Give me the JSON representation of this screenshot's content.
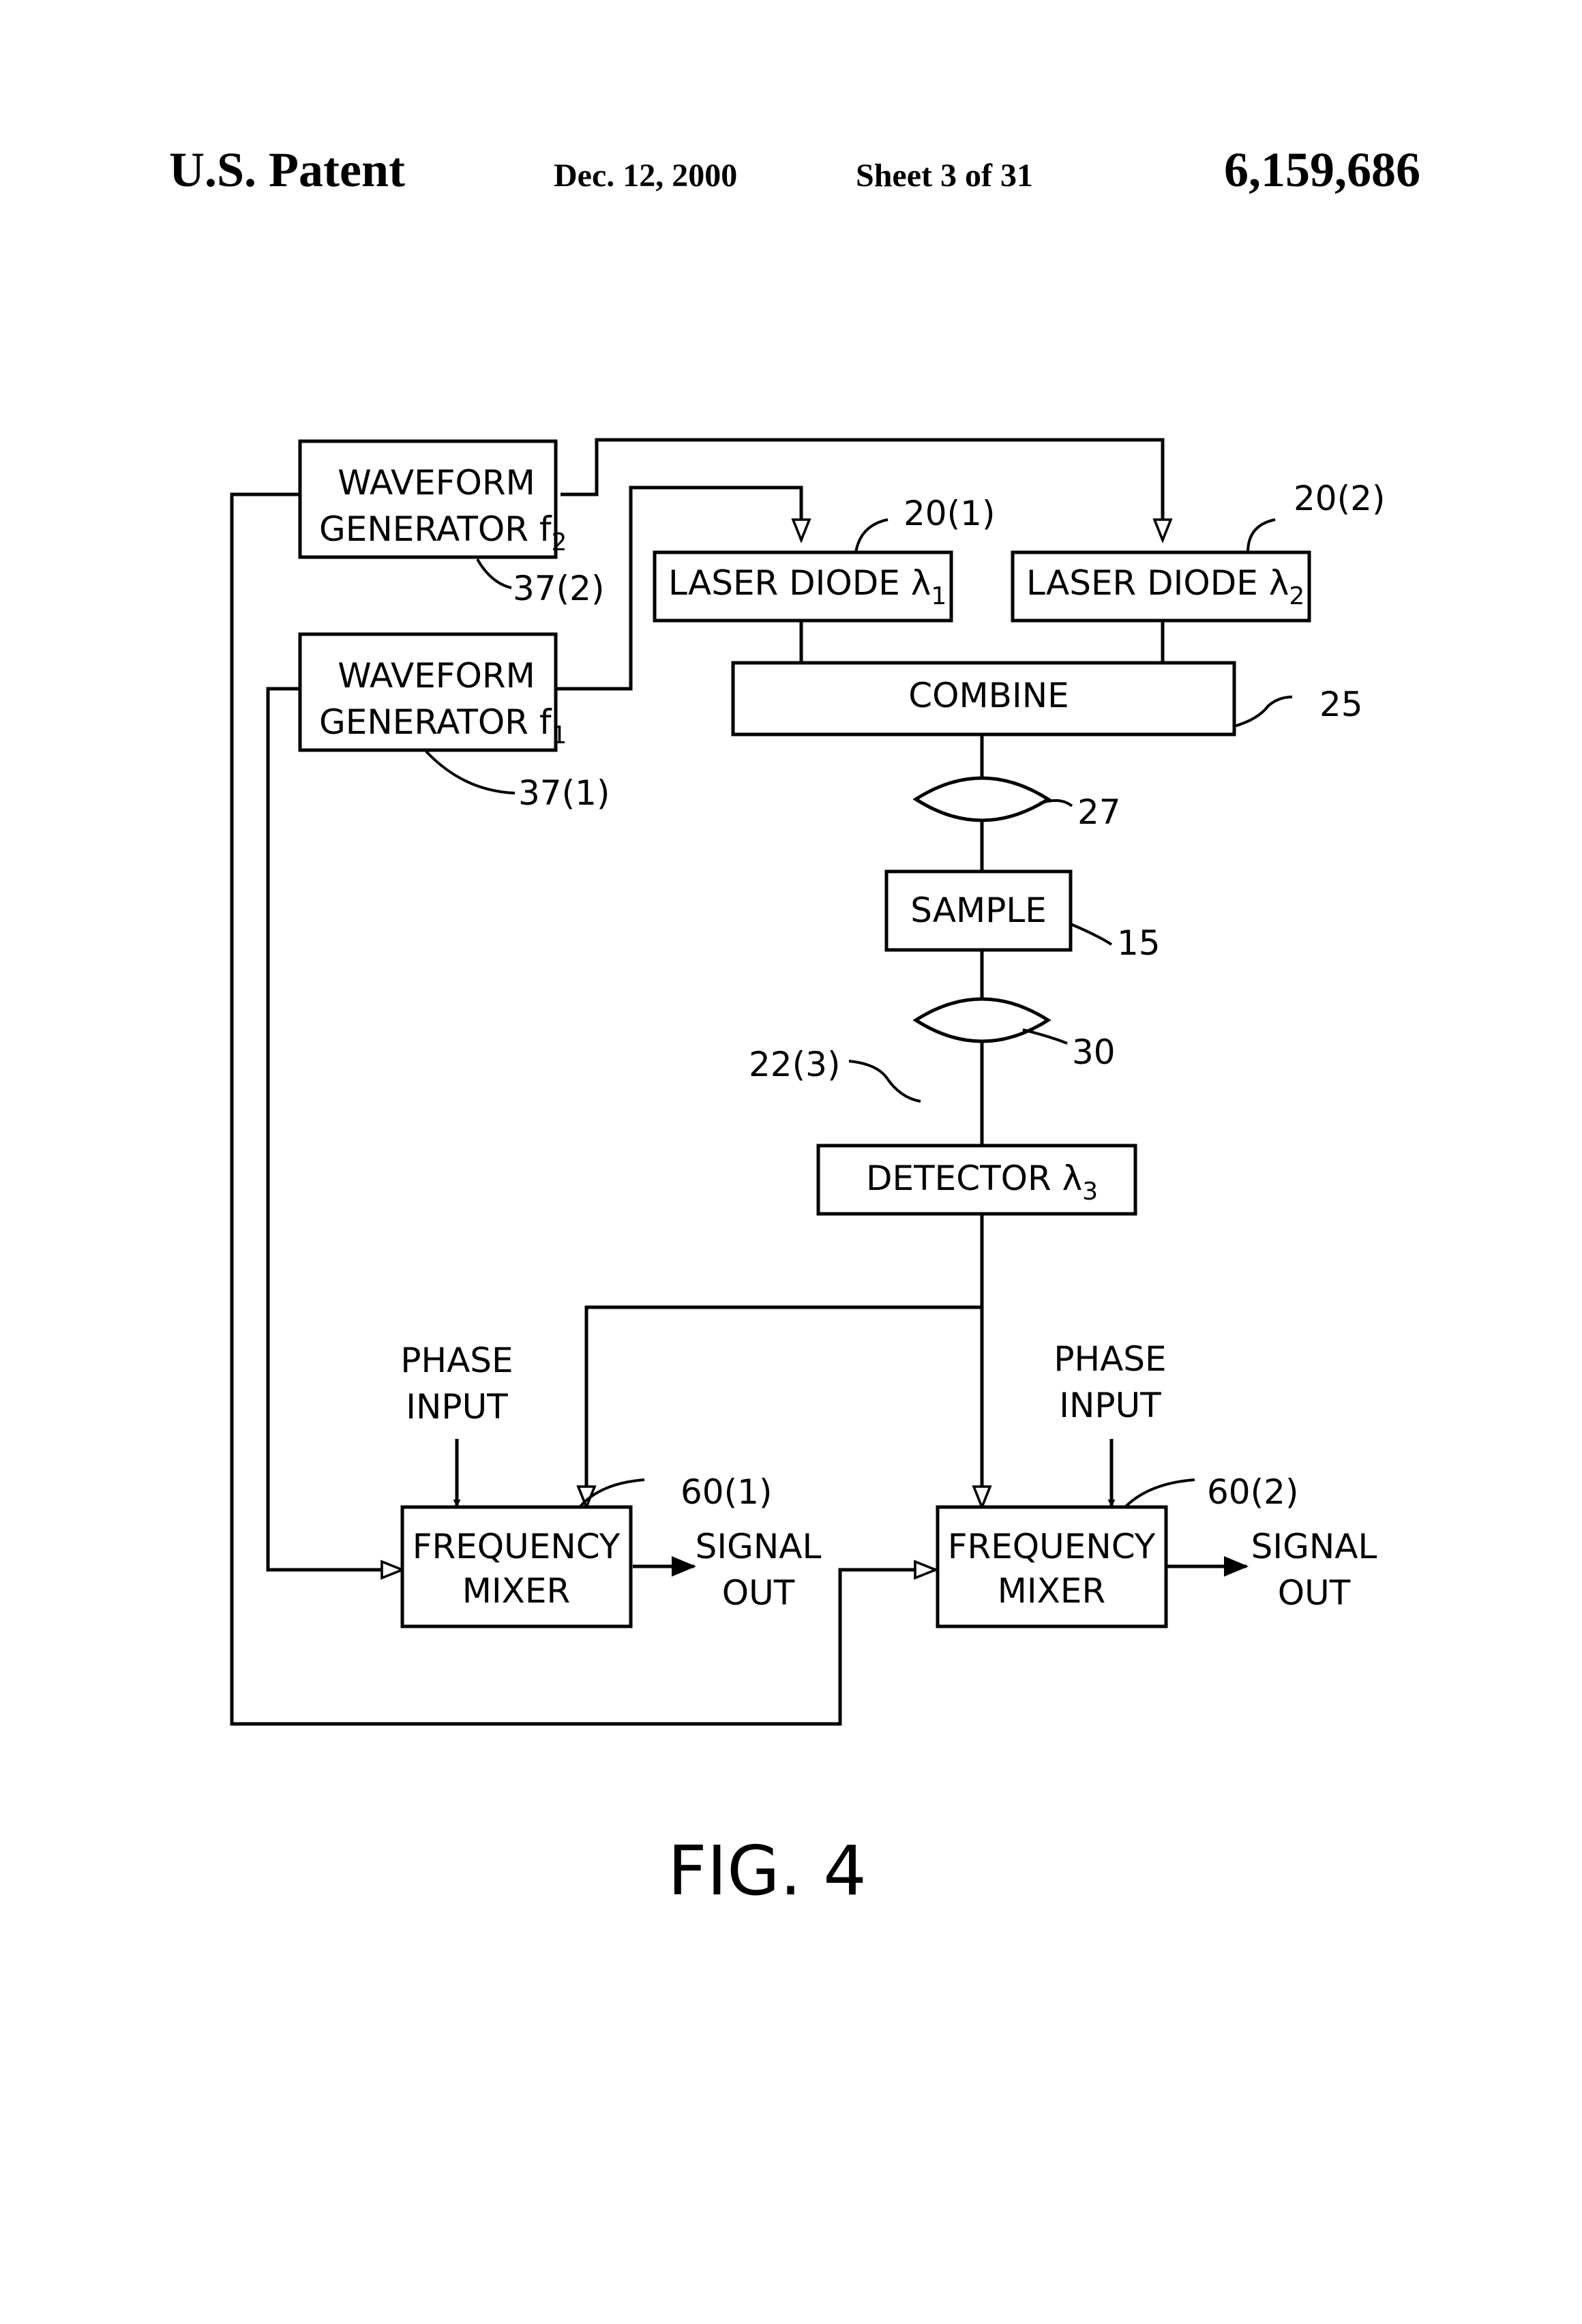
{
  "header": {
    "title": "U.S. Patent",
    "date": "Dec. 12, 2000",
    "sheet": "Sheet 3 of 31",
    "patent_number": "6,159,686"
  },
  "blocks": {
    "wfg2": {
      "line1": "WAVEFORM",
      "line2": "GENERATOR f",
      "sub": "2"
    },
    "wfg1": {
      "line1": "WAVEFORM",
      "line2": "GENERATOR f",
      "sub": "1"
    },
    "ld1": {
      "label": "LASER DIODE λ",
      "sub": "1"
    },
    "ld2": {
      "label": "LASER DIODE λ",
      "sub": "2"
    },
    "combine": {
      "label": "COMBINE"
    },
    "sample": {
      "label": "SAMPLE"
    },
    "detector": {
      "label": "DETECTOR λ",
      "sub": "3"
    },
    "mixer1": {
      "line1": "FREQUENCY",
      "line2": "MIXER"
    },
    "mixer2": {
      "line1": "FREQUENCY",
      "line2": "MIXER"
    }
  },
  "refs": {
    "wfg2": "37(2)",
    "wfg1": "37(1)",
    "ld1": "20(1)",
    "ld2": "20(2)",
    "combine": "25",
    "lens1": "27",
    "sample": "15",
    "lens2": "30",
    "detector": "22(3)",
    "mixer1": "60(1)",
    "mixer2": "60(2)"
  },
  "labels": {
    "phase_input_1": {
      "line1": "PHASE",
      "line2": "INPUT"
    },
    "phase_input_2": {
      "line1": "PHASE",
      "line2": "INPUT"
    },
    "signal_out_1": {
      "line1": "SIGNAL",
      "line2": "OUT"
    },
    "signal_out_2": {
      "line1": "SIGNAL",
      "line2": "OUT"
    }
  },
  "figure_caption": "FIG. 4"
}
